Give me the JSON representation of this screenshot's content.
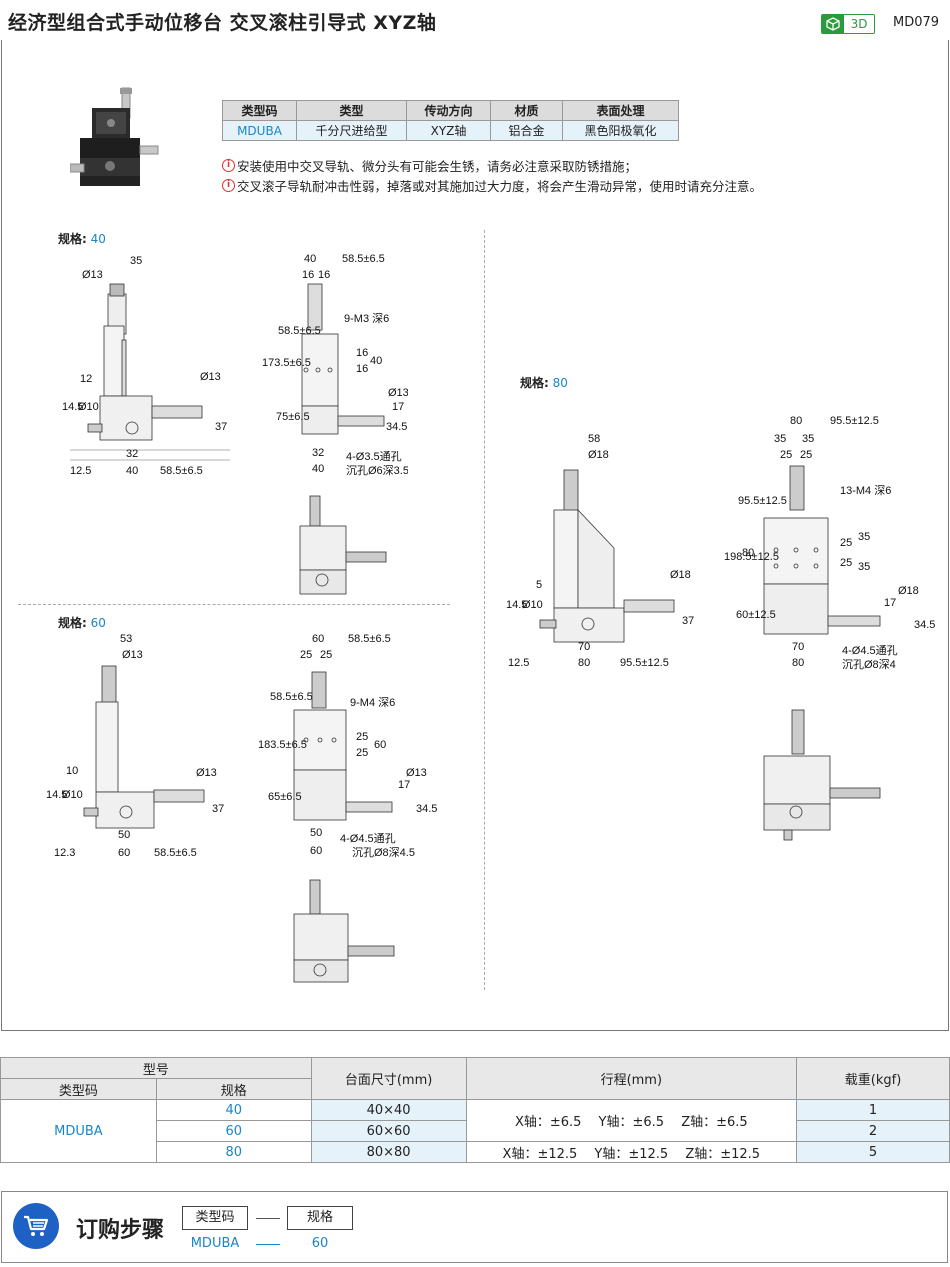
{
  "header": {
    "title": "经济型组合式手动位移台  交叉滚柱引导式  XYZ轴",
    "badge_3d": "3D",
    "code": "MD079"
  },
  "attributes": {
    "headers": [
      "类型码",
      "类型",
      "传动方向",
      "材质",
      "表面处理"
    ],
    "values": [
      "MDUBA",
      "千分尺进给型",
      "XYZ轴",
      "铝合金",
      "黑色阳极氧化"
    ]
  },
  "notes": [
    "安装使用中交叉导轨、微分头有可能会生锈，请务必注意采取防锈措施；",
    "交叉滚子导轨耐冲击性弱，掉落或对其施加过大力度，将会产生滑动异常，使用时请充分注意。"
  ],
  "spec_label": "规格:",
  "drawings": {
    "s40": {
      "spec": "40",
      "front": [
        "35",
        "Ø13",
        "12",
        "14.5",
        "Ø10",
        "Ø13",
        "37",
        "32",
        "12.5",
        "40",
        "58.5±6.5"
      ],
      "side": [
        "40",
        "58.5±6.5",
        "16",
        "16",
        "9-M3 深6",
        "58.5±6.5",
        "173.5±6.5",
        "16",
        "16",
        "40",
        "75±6.5",
        "17",
        "Ø13",
        "34.5",
        "32",
        "40",
        "4-Ø3.5通孔",
        "沉孔Ø6深3.5"
      ]
    },
    "s60": {
      "spec": "60",
      "front": [
        "53",
        "Ø13",
        "10",
        "14.5",
        "Ø10",
        "Ø13",
        "37",
        "50",
        "12.3",
        "60",
        "58.5±6.5"
      ],
      "side": [
        "60",
        "58.5±6.5",
        "25",
        "25",
        "9-M4 深6",
        "58.5±6.5",
        "183.5±6.5",
        "25",
        "25",
        "60",
        "65±6.5",
        "17",
        "Ø13",
        "34.5",
        "50",
        "60",
        "4-Ø4.5通孔",
        "沉孔Ø8深4.5"
      ]
    },
    "s80": {
      "spec": "80",
      "front": [
        "58",
        "Ø18",
        "14.5",
        "Ø10",
        "5",
        "Ø18",
        "37",
        "70",
        "12.5",
        "80",
        "95.5±12.5"
      ],
      "side": [
        "80",
        "95.5±12.5",
        "35",
        "35",
        "25",
        "25",
        "13-M4 深6",
        "95.5±12.5",
        "198.5±12.5",
        "80",
        "25",
        "25",
        "35",
        "35",
        "60±12.5",
        "17",
        "Ø18",
        "34.5",
        "70",
        "80",
        "4-Ø4.5通孔",
        "沉孔Ø8深4"
      ]
    }
  },
  "spec_table": {
    "group_header": "型号",
    "col_type": "类型码",
    "col_spec": "规格",
    "col_size": "台面尺寸(mm)",
    "col_travel": "行程(mm)",
    "col_load": "载重(kgf)",
    "type_code": "MDUBA",
    "rows": [
      {
        "spec": "40",
        "size": "40×40",
        "load": "1"
      },
      {
        "spec": "60",
        "size": "60×60",
        "load": "2"
      },
      {
        "spec": "80",
        "size": "80×80",
        "load": "5"
      }
    ],
    "travel_small": "X轴：±6.5　 Y轴：±6.5　 Z轴：±6.5",
    "travel_large": "X轴：±12.5　 Y轴：±12.5　 Z轴：±12.5"
  },
  "order": {
    "title": "订购步骤",
    "box1": "类型码",
    "box2": "规格",
    "val1": "MDUBA",
    "val2": "60"
  },
  "colors": {
    "accent": "#1a86c8",
    "green": "#2a9a3a",
    "cart": "#1d61c4"
  }
}
